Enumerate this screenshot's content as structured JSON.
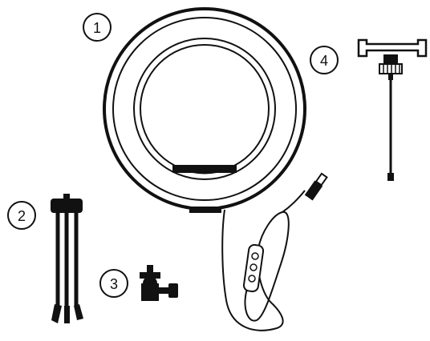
{
  "callouts": [
    {
      "id": "ring-light",
      "number": "1"
    },
    {
      "id": "tripod",
      "number": "2"
    },
    {
      "id": "ball-head",
      "number": "3"
    },
    {
      "id": "phone-holder",
      "number": "4"
    }
  ],
  "colors": {
    "ink": "#111111",
    "background": "#ffffff"
  },
  "icons": [
    "ring-light-icon",
    "tripod-icon",
    "ball-head-icon",
    "phone-holder-icon",
    "usb-cable-icon",
    "inline-controller-icon"
  ]
}
